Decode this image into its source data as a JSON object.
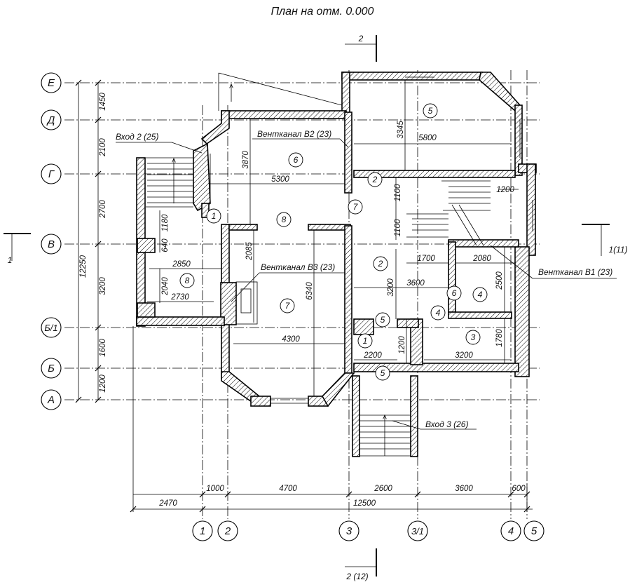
{
  "title": "План на отм. 0.000",
  "axes": {
    "rows": [
      "Е",
      "Д",
      "Г",
      "В",
      "Б/1",
      "Б",
      "А"
    ],
    "cols": [
      "1",
      "2",
      "3",
      "3/1",
      "4",
      "5"
    ]
  },
  "sections": {
    "top": "2",
    "bottom": "2 (12)",
    "left": "1",
    "right": "1(11)"
  },
  "dims": {
    "left": [
      "1450",
      "2100",
      "2700",
      "3200",
      "1600",
      "1200"
    ],
    "left_total": "12250",
    "bottom": [
      "1000",
      "4700",
      "2600",
      "3600",
      "600"
    ],
    "bottom_left": "2470",
    "bottom_total": "12500",
    "interior": {
      "w5300": "5300",
      "w5800": "5800",
      "w4300": "4300",
      "w3600": "3600",
      "w1700": "1700",
      "w2080": "2080",
      "w3200": "3200",
      "w2200": "2200",
      "w2850": "2850",
      "w2730": "2730",
      "w1200": "1200",
      "h3870": "3870",
      "h3345": "3345",
      "h1100a": "1100",
      "h1100b": "1100",
      "h3200": "3200",
      "h1200": "1200",
      "h6340": "6340",
      "h2085": "2085",
      "h2500": "2500",
      "h1780": "1780",
      "h1180": "1180",
      "h640": "640",
      "h2040": "2040"
    }
  },
  "labels": {
    "entry2": "Вход 2 (25)",
    "vent_b2": "Вентканал В2 (23)",
    "vent_b3": "Вентканал В3 (23)",
    "vent_b1": "Вентканал В1 (23)",
    "entry3": "Вход 3 (26)"
  },
  "rooms": [
    "5",
    "6",
    "2",
    "7",
    "1",
    "8",
    "2",
    "8",
    "7",
    "6",
    "4",
    "4",
    "5",
    "3",
    "1",
    "5"
  ]
}
